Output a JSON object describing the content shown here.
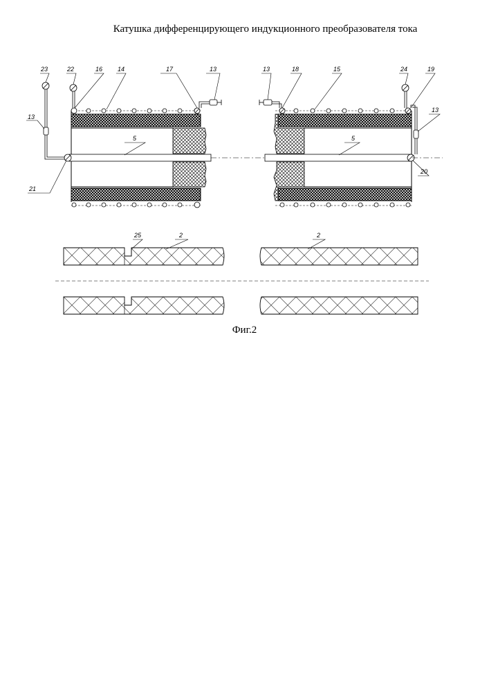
{
  "title": "Катушка дифференцирующего индукционного преобразователя тока",
  "caption": "Фиг.2",
  "labels": {
    "l23": "23",
    "l22": "22",
    "l16": "16",
    "l14": "14",
    "l17": "17",
    "l13a": "13",
    "l13b": "13",
    "l18": "18",
    "l15": "15",
    "l24": "24",
    "l19": "19",
    "l13c": "13",
    "l13d": "13",
    "l5a": "5",
    "l5b": "5",
    "l21": "21",
    "l20": "20",
    "l25": "25",
    "l2a": "2",
    "l2b": "2"
  }
}
